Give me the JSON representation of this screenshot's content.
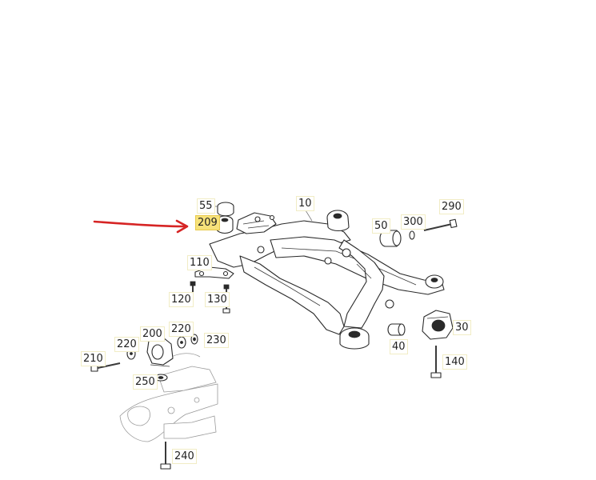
{
  "callouts": {
    "c55": "55",
    "c209": "209",
    "c10": "10",
    "c50": "50",
    "c300": "300",
    "c290": "290",
    "c110": "110",
    "c120": "120",
    "c130": "130",
    "c200": "200",
    "c220a": "220",
    "c220b": "220",
    "c230": "230",
    "c210": "210",
    "c250": "250",
    "c30": "30",
    "c40": "40",
    "c140": "140",
    "c240": "240"
  },
  "colors": {
    "arrow": "#d62424",
    "highlight": "#f7e27a"
  }
}
